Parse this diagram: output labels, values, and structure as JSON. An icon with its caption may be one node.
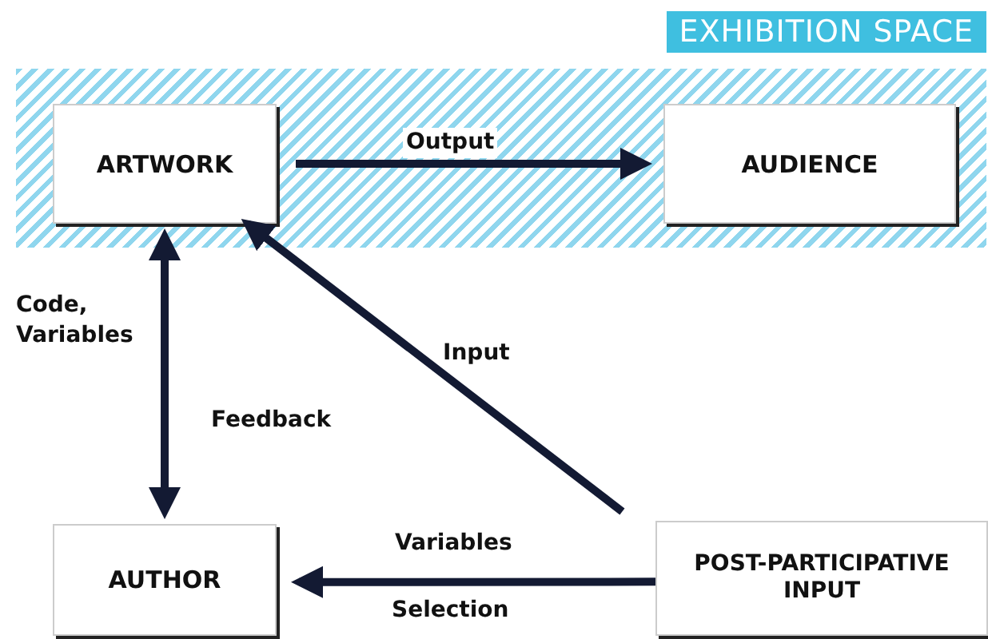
{
  "diagram": {
    "nodes": [
      {
        "text": [
          "EXHIBITION SPACE"
        ]
      },
      {
        "text": [
          "ARTWORK"
        ],
        "in": 0
      },
      {
        "text": [
          "AUDIENCE"
        ],
        "in": 0
      },
      {
        "text": [
          "AUTHOR"
        ]
      },
      {
        "text": [
          "POST-PARTICIPATIVE INPUT"
        ]
      }
    ],
    "edges": [
      {
        "from": 1,
        "to": 2,
        "arrow": "to",
        "label": "Output"
      },
      {
        "from": 3,
        "to": 1,
        "arrow": "both",
        "label": "Feedback"
      },
      {
        "from": 4,
        "to": 1,
        "arrow": "to",
        "label": "Input"
      },
      {
        "from": 4,
        "to": 3,
        "arrow": "to",
        "label": "Variables"
      }
    ],
    "labels": [
      "Code, Variables",
      "Selection"
    ]
  }
}
